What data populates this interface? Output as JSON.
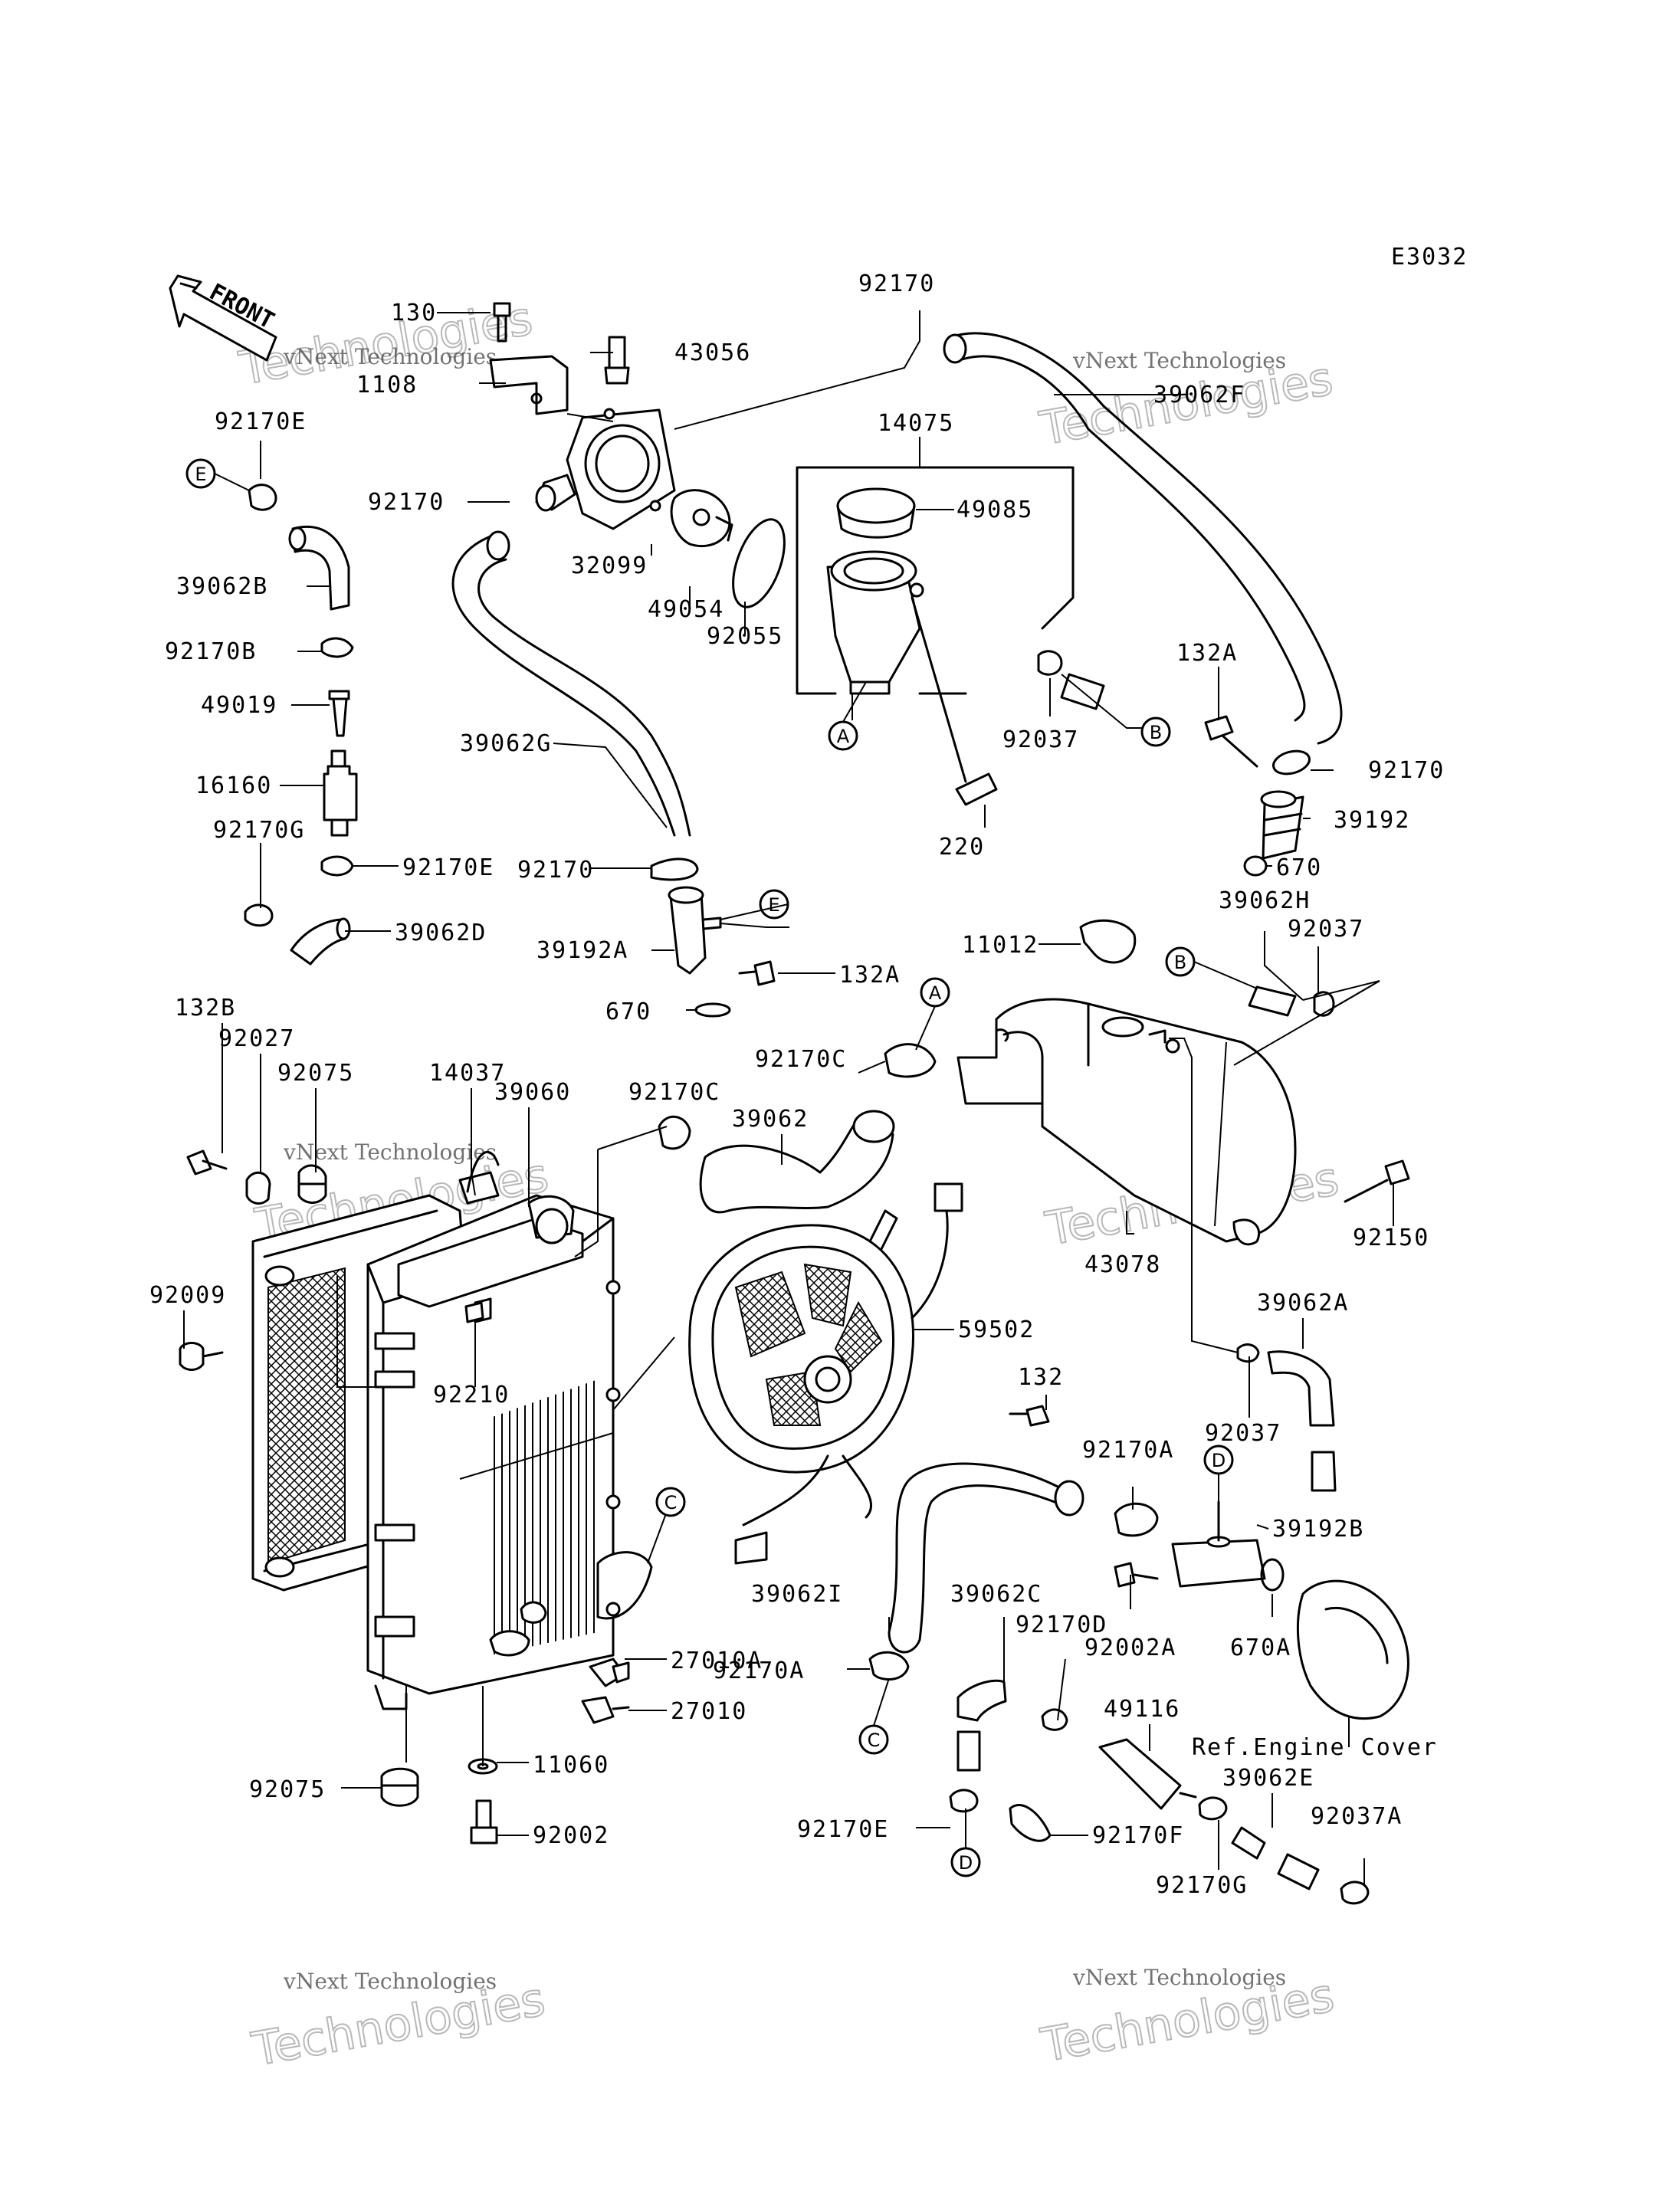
{
  "diagram_code": "E3032",
  "front_label": "FRONT",
  "watermark": {
    "line1": "vNext Technologies",
    "line2": "Technologies"
  },
  "circle_markers": {
    "A": "A",
    "B": "B",
    "C": "C",
    "D": "D",
    "E": "E"
  },
  "labels": {
    "l130": "130",
    "l43056": "43056",
    "l1108": "1108",
    "l92170_top": "92170",
    "l39062F": "39062F",
    "l92170E_a": "92170E",
    "l14075": "14075",
    "l92170_b": "92170",
    "l49085": "49085",
    "l32099": "32099",
    "l39062B": "39062B",
    "l49054": "49054",
    "l92055": "92055",
    "l92170B": "92170B",
    "l132A_a": "132A",
    "l49019": "49019",
    "l92037_a": "92037",
    "l92170_c": "92170",
    "l39062G": "39062G",
    "l16160": "16160",
    "l220": "220",
    "l39192": "39192",
    "l92170G_a": "92170G",
    "l92170E_b": "92170E",
    "l92170_d": "92170",
    "l670_a": "670",
    "l39062D": "39062D",
    "l39062H": "39062H",
    "l11012": "11012",
    "l92037_b": "92037",
    "l39192A": "39192A",
    "l132A_b": "132A",
    "l132B": "132B",
    "l670_b": "670",
    "l92027": "92027",
    "l14037": "14037",
    "l92170C_a": "92170C",
    "l92075_a": "92075",
    "l39060": "39060",
    "l92170C_b": "92170C",
    "l39062": "39062",
    "l92150": "92150",
    "l43078": "43078",
    "l92009": "92009",
    "l39062A": "39062A",
    "l59502": "59502",
    "l92210": "92210",
    "l132": "132",
    "l92037_c": "92037",
    "l92170A_a": "92170A",
    "l39192B": "39192B",
    "l39062I": "39062I",
    "l39062C": "39062C",
    "l92170D": "92170D",
    "l92002A": "92002A",
    "l670A": "670A",
    "l27010A": "27010A",
    "l92170A_b": "92170A",
    "l27010": "27010",
    "l49116": "49116",
    "l11060": "11060",
    "l92075_b": "92075",
    "l92002": "92002",
    "l92170E_c": "92170E",
    "l92170F": "92170F",
    "l39062E": "39062E",
    "l92037A": "92037A",
    "l92170G_b": "92170G",
    "l_ref": "Ref.Engine Cover"
  }
}
